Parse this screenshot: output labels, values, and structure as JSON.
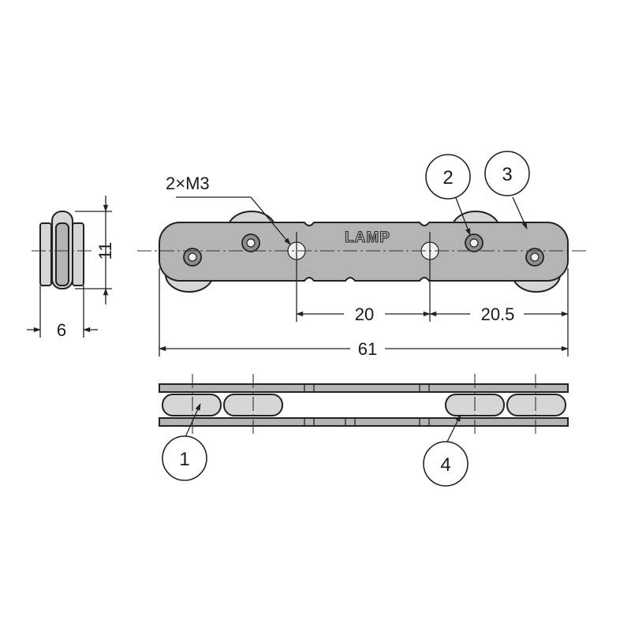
{
  "diagram": {
    "dimensions": {
      "hole_spacing": "20",
      "end_offset": "20.5",
      "overall_length": "61",
      "height": "11",
      "width": "6",
      "thread_callout": "2×M3"
    },
    "callouts": [
      "1",
      "2",
      "3",
      "4"
    ],
    "logo_text": "LAMP",
    "colors": {
      "plate_fill": "#b4b4b4",
      "roller_fill": "#d6d6d6",
      "line": "#222222",
      "background": "#ffffff"
    }
  }
}
